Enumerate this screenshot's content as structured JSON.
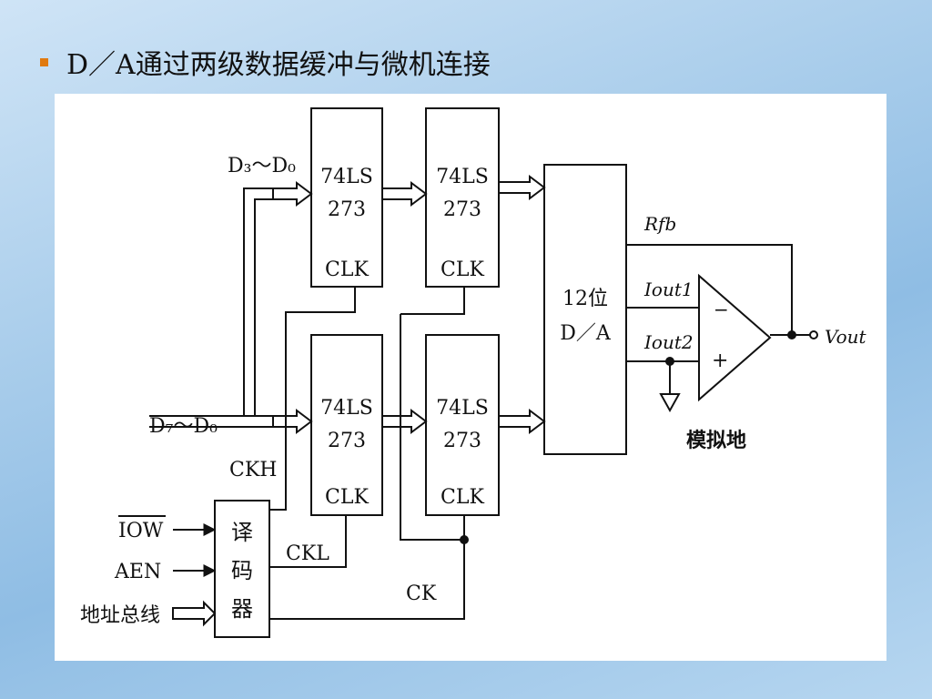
{
  "slide": {
    "title": "D／A通过两级数据缓冲与微机连接",
    "accent": "#e07a10"
  },
  "diagram": {
    "latch1_top": {
      "l1": "74LS",
      "l2": "273",
      "l3": "CLK"
    },
    "latch2_top": {
      "l1": "74LS",
      "l2": "273",
      "l3": "CLK"
    },
    "latch1_bot": {
      "l1": "74LS",
      "l2": "273",
      "l3": "CLK"
    },
    "latch2_bot": {
      "l1": "74LS",
      "l2": "273",
      "l3": "CLK"
    },
    "dac": {
      "l1": "12位",
      "l2": "D／A"
    },
    "decoder": {
      "l1": "译",
      "l2": "码",
      "l3": "器"
    },
    "labels": {
      "d3_d0": "D₃～D₀",
      "d7_d0": "D₇～D₀",
      "ckh": "CKH",
      "ckl": "CKL",
      "ck": "CK",
      "iow": "IOW",
      "aen": "AEN",
      "addr_bus": "地址总线",
      "rfb": "Rfb",
      "iout1": "Iout1",
      "iout2": "Iout2",
      "vout": "Vout",
      "minus": "−",
      "plus": "+",
      "analog_ground": "模拟地"
    }
  }
}
